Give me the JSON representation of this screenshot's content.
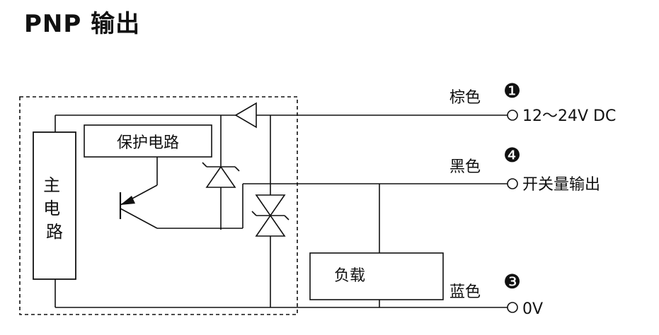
{
  "title": "PNP 输出",
  "blocks": {
    "main_circuit": "主电路",
    "protection_circuit": "保护电路",
    "load": "负载"
  },
  "wires": [
    {
      "color_label": "棕色",
      "pin": "❶",
      "terminal": "12～24V DC"
    },
    {
      "color_label": "黑色",
      "pin": "❹",
      "terminal": "开关量输出"
    },
    {
      "color_label": "蓝色",
      "pin": "❸",
      "terminal": "0V"
    }
  ]
}
